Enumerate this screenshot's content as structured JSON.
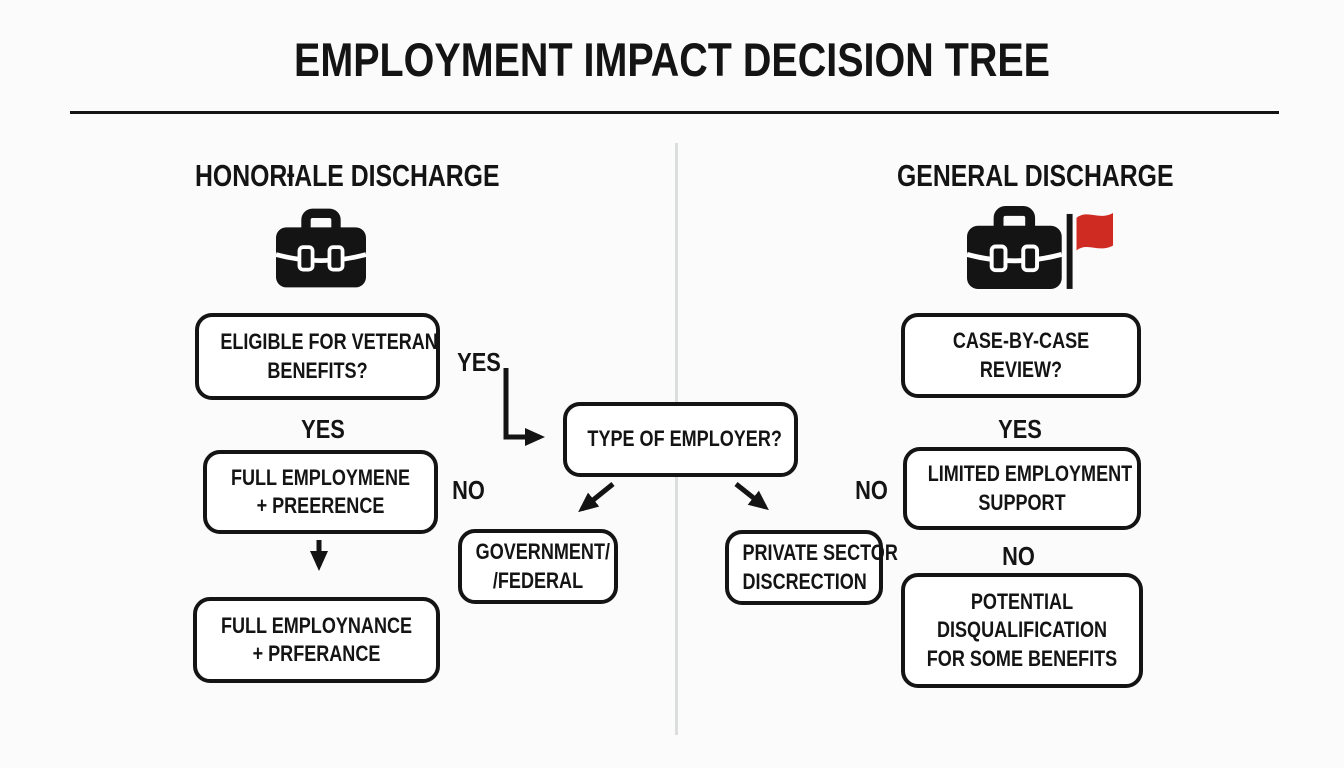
{
  "title": "EMPLOYMENT IMPACT DECISION TREE",
  "left_column": {
    "header": "HONORƗALE DISCHARGE",
    "icon": "briefcase-icon",
    "box_eligible": {
      "l1": "ELIGIBLE FOR VETERAN",
      "l2": "BENEFITS?"
    },
    "label_yes": "YES",
    "box_full_employment_1": {
      "l1": "FULL EMPLOYMENE",
      "l2": "+ PREERENCE"
    },
    "box_full_employment_2": {
      "l1": "FULL EMPLOYNANCE",
      "l2": "+ PRFERANCE"
    }
  },
  "center_branch": {
    "label_yes": "YES",
    "box_type_of_employer": "TYPE OF EMPLOYER?",
    "label_no_left": "NO",
    "label_no_right": "NO",
    "box_government": {
      "l1": "GOVERNMENT/",
      "l2": "/FEDERAL"
    },
    "box_private": {
      "l1": "PRIVATE SECTOR",
      "l2": "DISCRECTION"
    }
  },
  "right_column": {
    "header": "GENERAL DISCHARGE",
    "icon": "briefcase-red-flag-icon",
    "box_review": {
      "l1": "CASE-BY-CASE",
      "l2": "REVIEW?"
    },
    "label_yes": "YES",
    "box_limited": {
      "l1": "LIMITED EMPLOYMENT",
      "l2": "SUPPORT"
    },
    "label_no": "NO",
    "box_potential": {
      "l1": "POTENTIAL",
      "l2": "DISQUALIFICATION",
      "l3": "FOR SOME BENEFITS"
    }
  },
  "colors": {
    "ink": "#141414",
    "flag_red": "#cf2b22",
    "divider_gray": "#dcdedd",
    "background": "#fbfbfb"
  }
}
